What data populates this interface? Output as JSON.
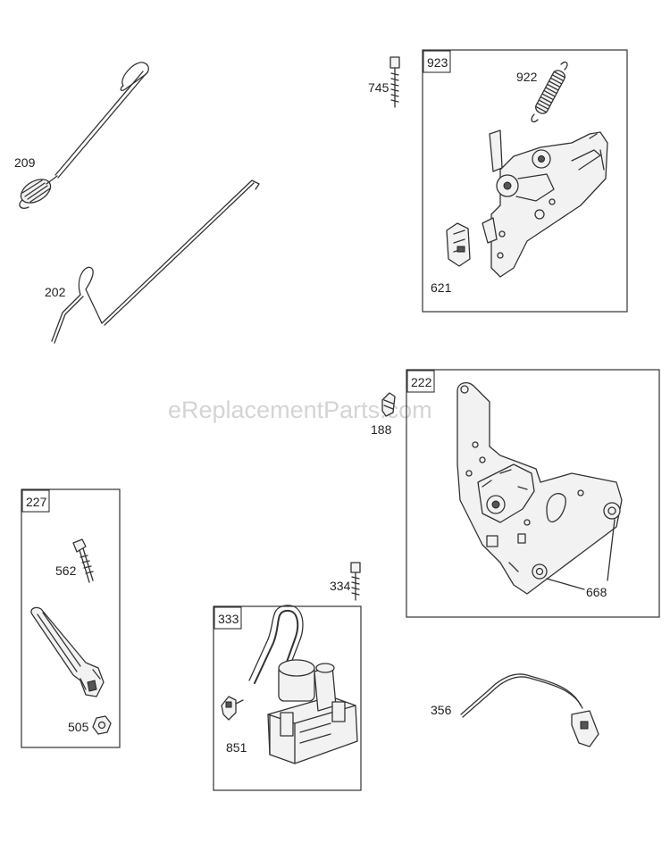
{
  "watermark": "eReplacementParts.com",
  "parts": {
    "p209": "209",
    "p202": "202",
    "p745": "745",
    "p923": "923",
    "p922": "922",
    "p621": "621",
    "p222": "222",
    "p188": "188",
    "p668": "668",
    "p227": "227",
    "p562": "562",
    "p505": "505",
    "p333": "333",
    "p334": "334",
    "p851": "851",
    "p356": "356"
  }
}
